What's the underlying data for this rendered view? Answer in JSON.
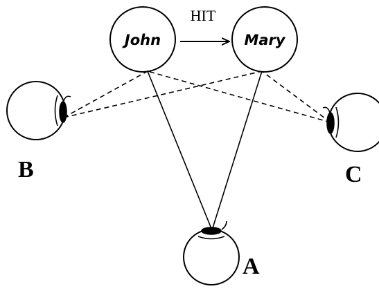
{
  "diagram": {
    "agent": {
      "label": "John"
    },
    "patient": {
      "label": "Mary"
    },
    "action": {
      "label": "HIT"
    },
    "viewers": {
      "a": {
        "label": "A"
      },
      "b": {
        "label": "B"
      },
      "c": {
        "label": "C"
      }
    }
  },
  "icons": {
    "arrow": "right-arrow-icon",
    "eye": "eye-icon"
  },
  "colors": {
    "ink": "#000000",
    "background": "#ffffff"
  }
}
